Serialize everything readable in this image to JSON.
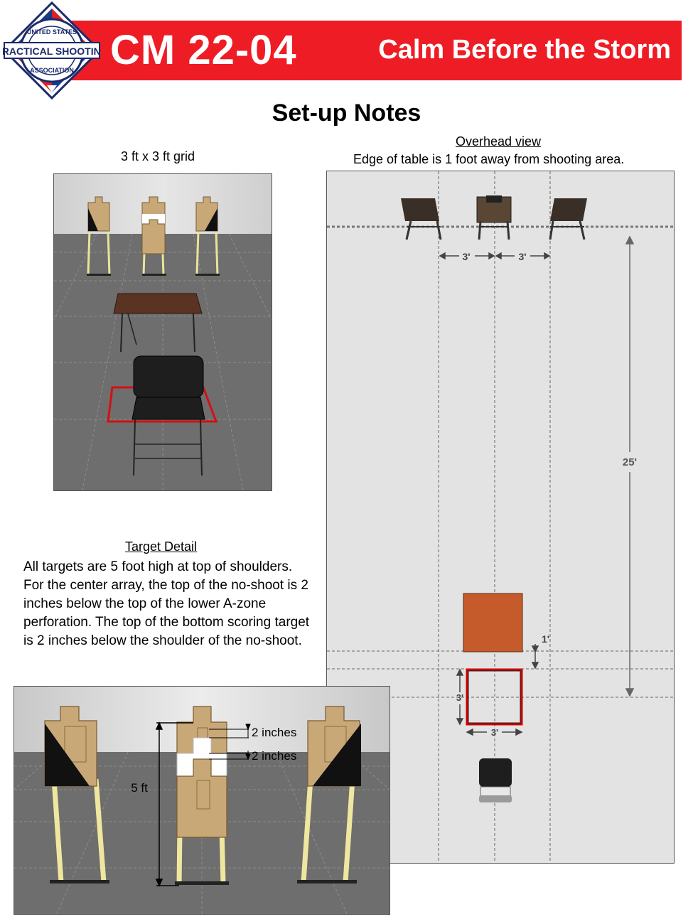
{
  "header": {
    "stage_code": "CM 22-04",
    "stage_name": "Calm Before the Storm",
    "banner_color": "#ee1c25",
    "logo": {
      "text_top": "UNITED STATES",
      "text_middle": "PRACTICAL SHOOTING",
      "text_bottom": "ASSOCIATION",
      "icon": "uspsa-diamond-logo"
    }
  },
  "page_title": "Set-up Notes",
  "perspective_view": {
    "caption": "3 ft x 3 ft grid"
  },
  "overhead_view": {
    "title": "Overhead view",
    "subtitle": "Edge of table is 1 foot away from shooting area.",
    "dimensions": {
      "target_spacing_left": "3'",
      "target_spacing_right": "3'",
      "range_length": "25'",
      "table_gap": "1'",
      "box_depth": "3'",
      "box_width": "3'"
    }
  },
  "target_detail": {
    "title": "Target Detail",
    "text": "All targets are 5 foot high at top of shoulders.  For the center array, the top of the no-shoot is 2 inches below the top of the lower A-zone perforation.  The top of the bottom scoring target is 2 inches below the shoulder of the no-shoot.",
    "labels": {
      "height": "5 ft",
      "gap_upper": "2 inches",
      "gap_lower": "2 inches"
    }
  }
}
